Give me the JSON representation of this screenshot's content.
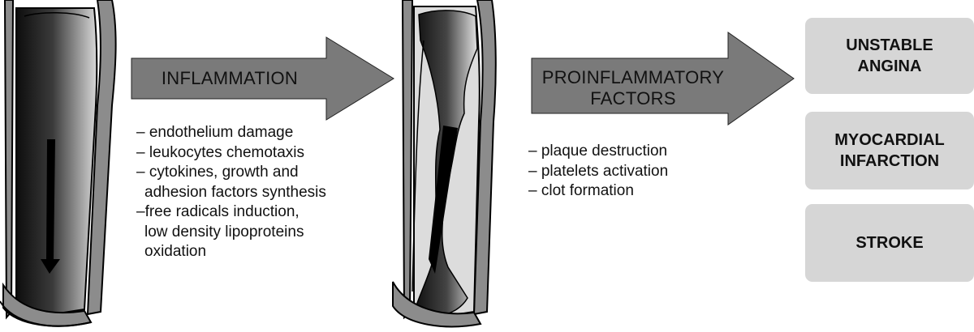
{
  "arrows": [
    {
      "id": "inflammation",
      "label": "INFLAMMATION"
    },
    {
      "id": "proinflammatory",
      "label": "PROINFLAMMATORY FACTORS"
    }
  ],
  "inflammation_effects": [
    "– endothelium damage",
    "– leukocytes chemotaxis",
    "– cytokines, growth and",
    "  adhesion factors synthesis",
    "–free radicals induction,",
    "  low density lipoproteins",
    "  oxidation"
  ],
  "proinflammatory_effects": [
    "– plaque destruction",
    "– platelets activation",
    "– clot formation"
  ],
  "outcomes": [
    "UNSTABLE ANGINA",
    "MYOCARDIAL INFARCTION",
    "STROKE"
  ],
  "colors": {
    "arrow_fill": "#7a7a7a",
    "outcome_box": "#d6d6d6",
    "vessel_wall": "#8c8c8c",
    "vessel_lumen_dark": "#1a1a1a",
    "vessel_lumen_light": "#f0f0f0",
    "plaque": "#dcdcdc"
  }
}
